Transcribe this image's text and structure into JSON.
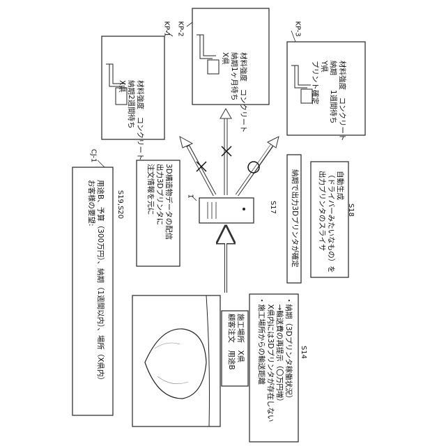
{
  "labels": {
    "kp1": "KP-1",
    "kp2": "KP-2",
    "kp3": "KP-3",
    "cj1": "CJ-1",
    "server": "1",
    "s19s20": "S19,S20",
    "s17": "S17",
    "s18": "S18",
    "s14": "S14"
  },
  "kp1": {
    "lines": [
      "X県",
      "納期2週間待ち",
      "材料強度　コンクリート"
    ]
  },
  "kp2": {
    "lines": [
      "X県",
      "納期1ヶ月待ち",
      "材料強度　コンクリート"
    ]
  },
  "kp3": {
    "lines": [
      "プリント確定",
      "Y県",
      "納期　　1週間待ち",
      "材料強度　コンクリート"
    ]
  },
  "customer_request": {
    "lines": [
      "お客様の要望:",
      "用途B、予算（300万円）、納期（1週間以内）、場所（X県内）"
    ]
  },
  "distribution": {
    "lines": [
      "注文情報を元に",
      "出力3Dプリンタに",
      "3D構造物データの配信"
    ]
  },
  "printer_fixed": {
    "text": "納期で出力3Dプリンタが確定"
  },
  "slicer": {
    "lines": [
      "出力プリンタのスライサ",
      "（ドライバーみたいなもの）を",
      "自動生成"
    ]
  },
  "order": {
    "lines": [
      "顧客注文　用途B",
      "施工場所　X県"
    ]
  },
  "conditions": {
    "lines": [
      "・施工場所からの輸送距離",
      "　X県内には3Dプリンタが存在しない",
      "　→輸送費の再提示（〇万円増）",
      "・納期（3Dプリンタ稼働状況）"
    ]
  },
  "marks": {
    "kp1": "rejected",
    "kp2": "rejected",
    "kp3": "accepted"
  }
}
